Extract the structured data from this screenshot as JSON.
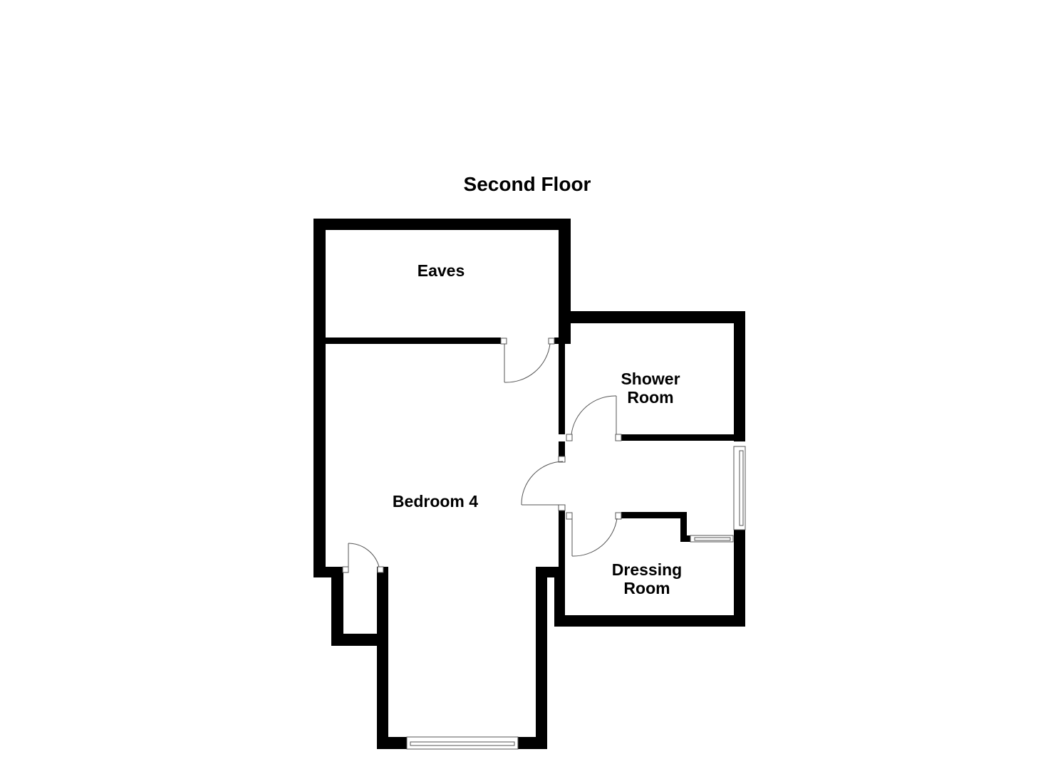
{
  "title": "Second Floor",
  "rooms": {
    "eaves": "Eaves",
    "shower_line1": "Shower",
    "shower_line2": "Room",
    "bedroom": "Bedroom 4",
    "dressing_line1": "Dressing",
    "dressing_line2": "Room"
  },
  "colors": {
    "wall": "#000000",
    "background": "#ffffff",
    "fixture_line": "#555555"
  }
}
